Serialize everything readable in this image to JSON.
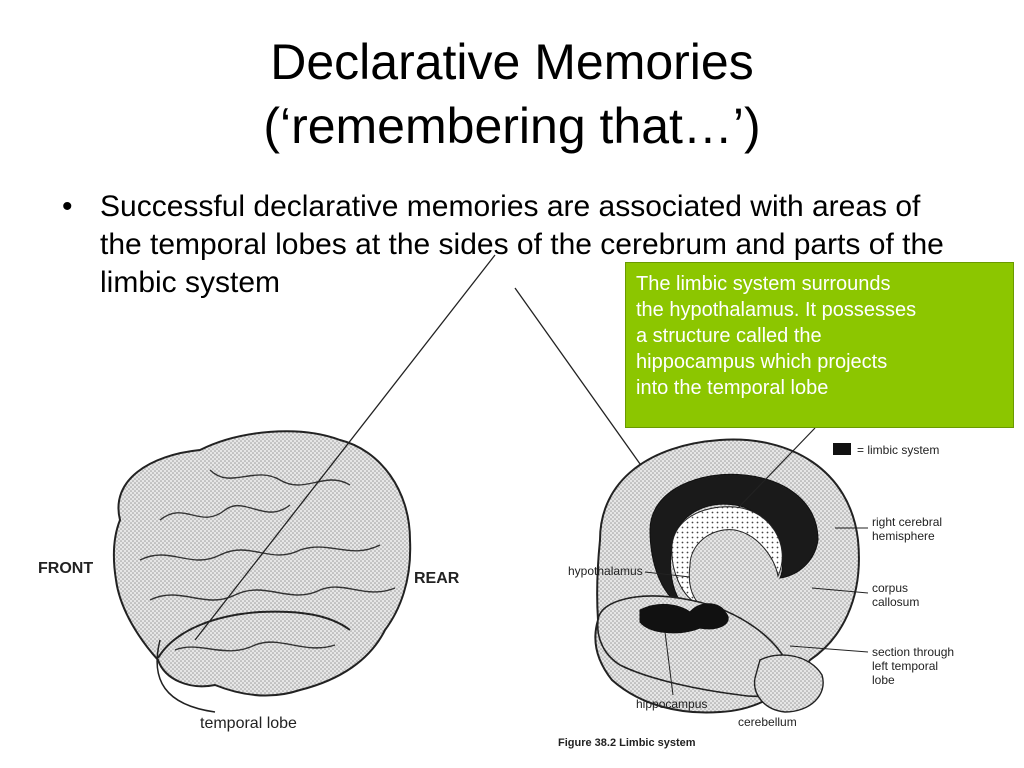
{
  "title": {
    "line1": "Declarative Memories",
    "line2": "(‘remembering that…’)"
  },
  "bullet": {
    "marker": "•",
    "text": "Successful declarative memories are associated with areas of the temporal lobes at the sides of the cerebrum and parts of the limbic system"
  },
  "callout": {
    "lines": [
      "The limbic system surrounds",
      "the hypothalamus. It possesses",
      "a structure called the",
      "hippocampus which projects",
      "into the temporal lobe"
    ],
    "background": "#8cc600"
  },
  "left_figure": {
    "front_label": "FRONT",
    "rear_label": "REAR",
    "temporal_label": "temporal lobe"
  },
  "right_figure": {
    "legend": "= limbic system",
    "labels": {
      "right_hemisphere_1": "right cerebral",
      "right_hemisphere_2": "hemisphere",
      "hypothalamus": "hypothalamus",
      "corpus_1": "corpus",
      "corpus_2": "callosum",
      "section_1": "section through",
      "section_2": "left temporal",
      "section_3": "lobe",
      "hippocampus": "hippocampus",
      "cerebellum": "cerebellum"
    },
    "caption_fragment": "Figure 38.2 Limbic system"
  }
}
